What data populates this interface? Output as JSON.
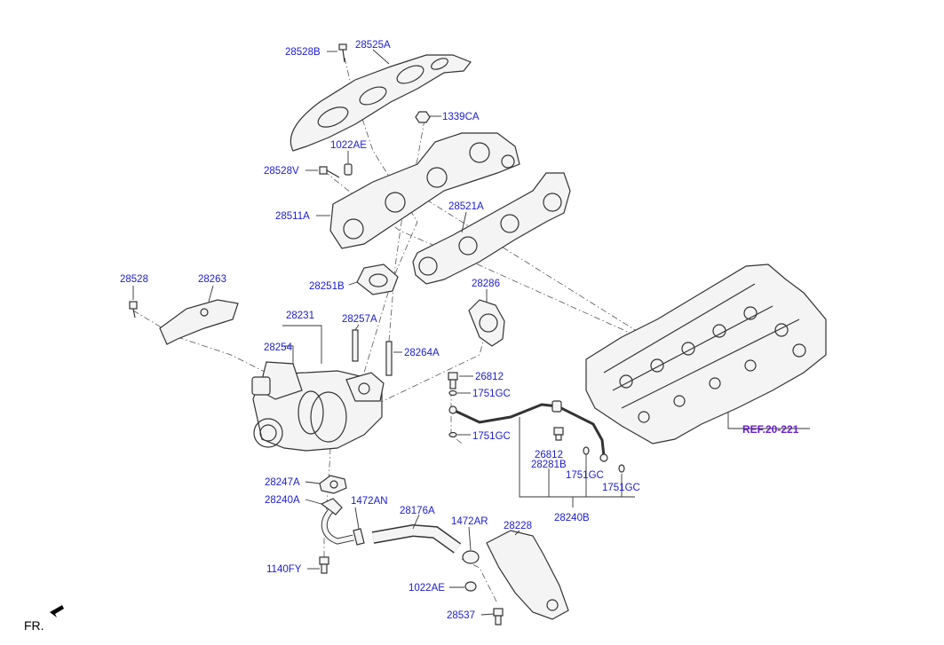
{
  "labels": {
    "p28528B": "28528B",
    "p28525A": "28525A",
    "p1339CA": "1339CA",
    "p1022AE_top": "1022AE",
    "p28528V": "28528V",
    "p28511A": "28511A",
    "p28521A": "28521A",
    "p28528": "28528",
    "p28263": "28263",
    "p28251B": "28251B",
    "p28286": "28286",
    "p28231": "28231",
    "p28257A": "28257A",
    "p28254": "28254",
    "p28264A": "28264A",
    "p26812_top": "26812",
    "p1751GC_a": "1751GC",
    "p1751GC_b": "1751GC",
    "p26812_bot": "26812",
    "p28281B": "28281B",
    "p1751GC_c": "1751GC",
    "p1751GC_d": "1751GC",
    "p28240B": "28240B",
    "p28247A": "28247A",
    "p28240A": "28240A",
    "p1472AN": "1472AN",
    "p28176A": "28176A",
    "p1472AR": "1472AR",
    "p28228": "28228",
    "p1140FY": "1140FY",
    "p1022AE_bot": "1022AE",
    "p28537": "28537"
  },
  "ref_label": "REF.20-221",
  "fr_label": "FR.",
  "colors": {
    "label": "#1a1ad8",
    "ref": "#6a1fd0",
    "line": "#333333"
  }
}
